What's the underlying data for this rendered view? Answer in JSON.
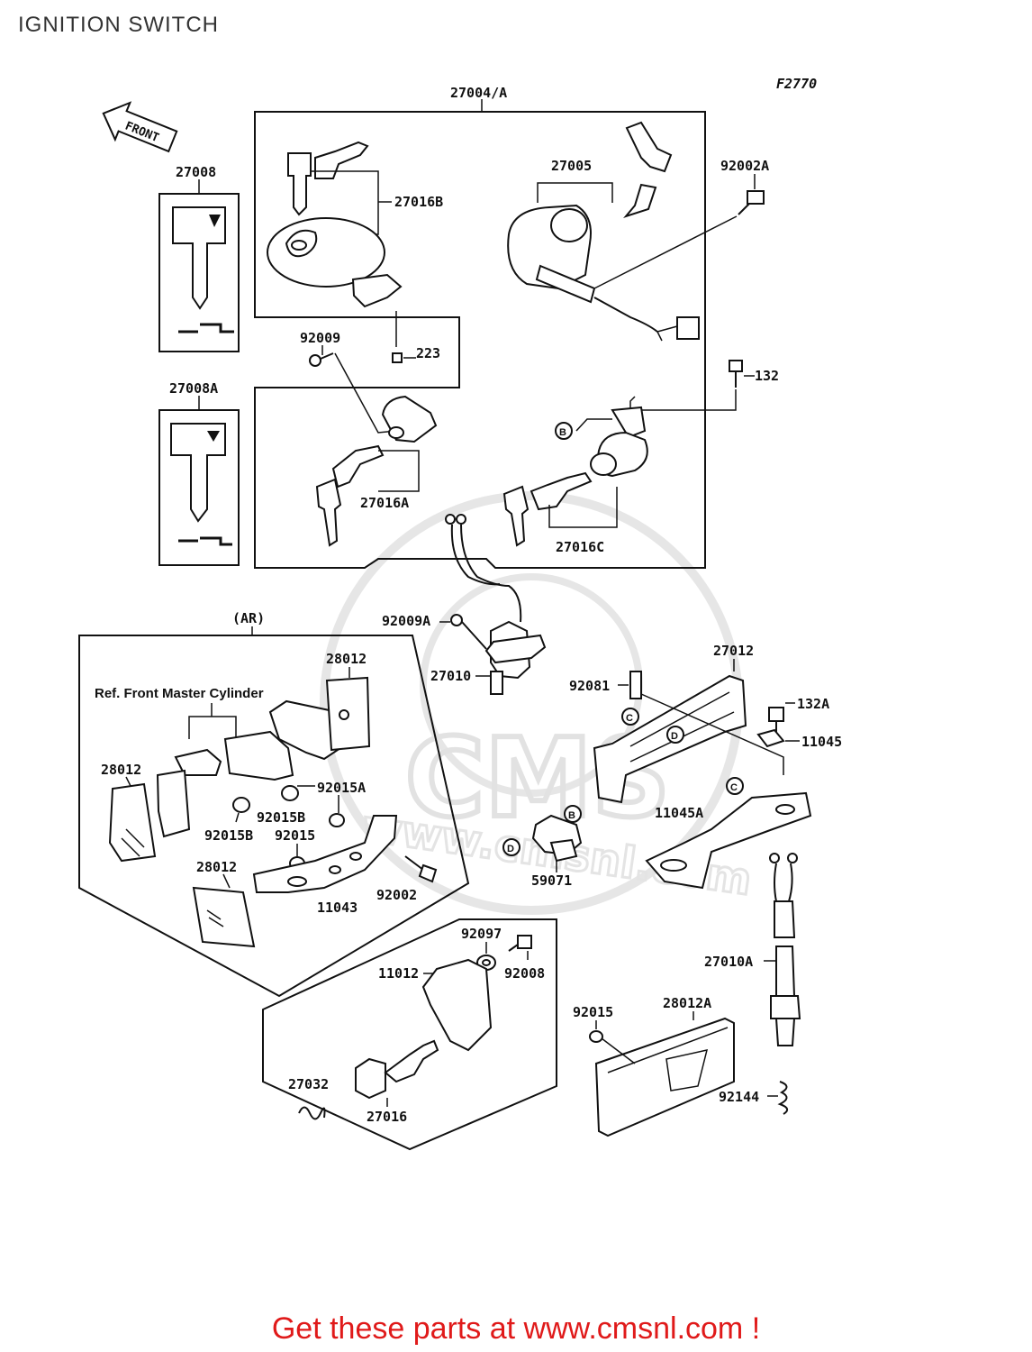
{
  "page": {
    "title": "IGNITION SWITCH",
    "footer": "Get these parts at www.cmsnl.com !"
  },
  "diagram": {
    "figure_code": "F2770",
    "front_label": "FRONT",
    "watermark_text": "CMS",
    "watermark_url": "www.cmsnl.com",
    "group_kit_label": "27004/A",
    "group_ar_label": "(AR)",
    "reference_note": "Ref. Front Master Cylinder",
    "callouts": {
      "p27008": "27008",
      "p27008A": "27008A",
      "p27016B": "27016B",
      "p27005": "27005",
      "p92002A": "92002A",
      "p92009": "92009",
      "p223": "223",
      "p132": "132",
      "p27016A": "27016A",
      "p27016C": "27016C",
      "p92009A": "92009A",
      "p27010": "27010",
      "p28012_top": "28012",
      "p28012_left": "28012",
      "p28012_bottom": "28012",
      "p92015A": "92015A",
      "p92015B_a": "92015B",
      "p92015B_b": "92015B",
      "p92015_ar": "92015",
      "p92002": "92002",
      "p11043": "11043",
      "p27012": "27012",
      "p92081": "92081",
      "p132A": "132A",
      "p11045": "11045",
      "p11045A": "11045A",
      "p59071": "59071",
      "p92097": "92097",
      "p92008": "92008",
      "p11012": "11012",
      "p27032": "27032",
      "p27016": "27016",
      "p92015": "92015",
      "p28012A": "28012A",
      "p27010A": "27010A",
      "p92144": "92144"
    },
    "connector_marks": {
      "b1": "B",
      "b2": "B",
      "c1": "C",
      "c2": "C",
      "d1": "D",
      "d2": "D"
    }
  }
}
